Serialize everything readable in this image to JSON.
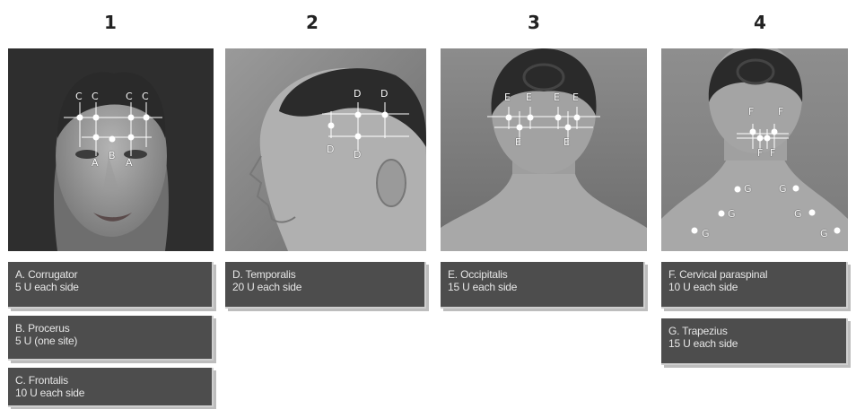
{
  "panels": [
    {
      "number": "1",
      "labels": {
        "c1": "C",
        "c2": "C",
        "c3": "C",
        "c4": "C",
        "a1": "A",
        "b": "B",
        "a2": "A"
      }
    },
    {
      "number": "2",
      "labels": {
        "d1": "D",
        "d2": "D",
        "d3": "D",
        "d4": "D"
      }
    },
    {
      "number": "3",
      "labels": {
        "e1": "E",
        "e2": "E",
        "e3": "E",
        "e4": "E",
        "e5": "E",
        "e6": "E"
      }
    },
    {
      "number": "4",
      "labels": {
        "f1": "F",
        "f2": "F",
        "f3": "F",
        "f4": "F",
        "g1": "G",
        "g2": "G",
        "g3": "G",
        "g4": "G",
        "g5": "G",
        "g6": "G"
      }
    }
  ],
  "boxes": {
    "a": {
      "title": "A. Corrugator",
      "dose": "5 U each side"
    },
    "b": {
      "title": "B. Procerus",
      "dose": "5 U (one site)"
    },
    "c": {
      "title": "C. Frontalis",
      "dose": "10 U each side"
    },
    "d": {
      "title": "D. Temporalis",
      "dose": "20 U each side"
    },
    "e": {
      "title": "E. Occipitalis",
      "dose": "15 U each side"
    },
    "f": {
      "title": "F.  Cervical paraspinal",
      "dose": "10 U each side"
    },
    "g": {
      "title": "G. Trapezius",
      "dose": "15 U each side"
    }
  }
}
